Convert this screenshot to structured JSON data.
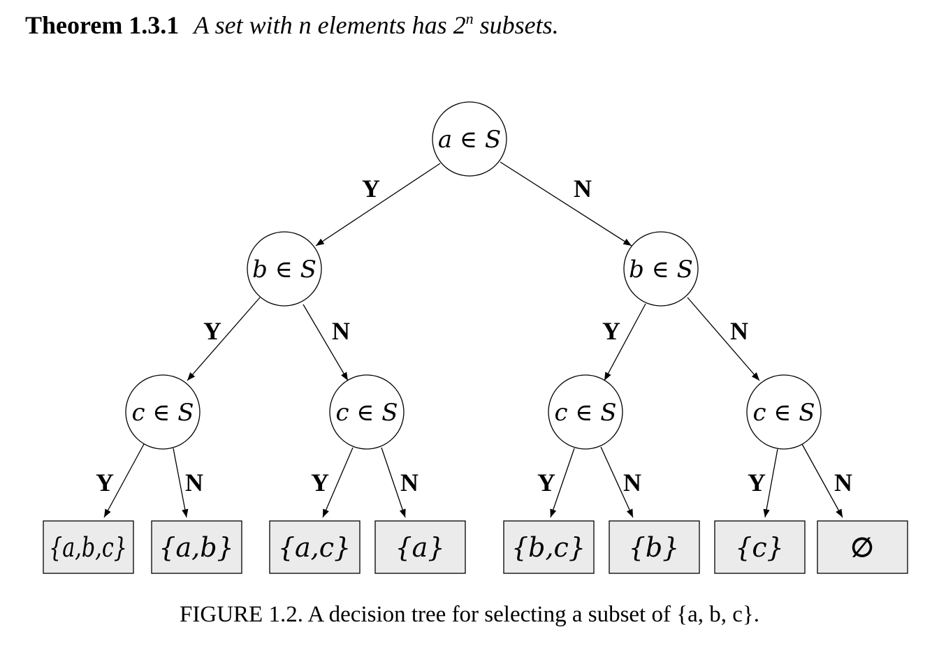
{
  "theorem": {
    "label": "Theorem 1.3.1",
    "statement_prefix": "A set with n elements has 2",
    "statement_exponent": "n",
    "statement_suffix": " subsets."
  },
  "tree": {
    "root": "a ∈ S",
    "level2": [
      "b ∈ S",
      "b ∈ S"
    ],
    "level3": [
      "c ∈ S",
      "c ∈ S",
      "c ∈ S",
      "c ∈ S"
    ],
    "leaves": [
      "{a,b,c}",
      "{a,b}",
      "{a,c}",
      "{a}",
      "{b,c}",
      "{b}",
      "{c}",
      "∅"
    ],
    "yes_label": "Y",
    "no_label": "N"
  },
  "caption": {
    "text": "FIGURE 1.2. A decision tree for selecting a subset of ",
    "set": "{a, b, c}",
    "end": "."
  }
}
